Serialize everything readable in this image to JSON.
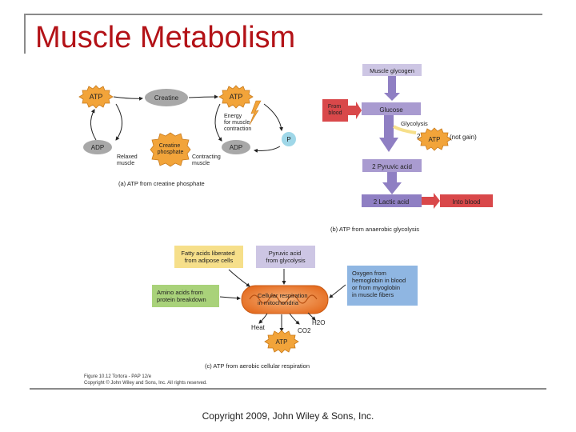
{
  "slide": {
    "title": "Muscle Metabolism",
    "footer": "Copyright 2009, John Wiley & Sons, Inc."
  },
  "panel_a": {
    "atp_left": "ATP",
    "creatine": "Creatine",
    "atp_right": "ATP",
    "energy_lines": [
      "Energy",
      "for muscle",
      "contraction"
    ],
    "creatine_phosphate_lines": [
      "Creatine",
      "phosphate"
    ],
    "adp_left": "ADP",
    "adp_right": "ADP",
    "phosphate": "P",
    "relaxed_lines": [
      "Relaxed",
      "muscle"
    ],
    "contracting_lines": [
      "Contracting",
      "muscle"
    ],
    "caption": "(a) ATP from creatine phosphate"
  },
  "panel_b": {
    "muscle_glycogen": "Muscle glycogen",
    "from_blood_lines": [
      "From",
      "blood"
    ],
    "glucose": "Glucose",
    "glycolysis": "Glycolysis",
    "atp_prefix": "2",
    "atp": "ATP",
    "not_gain": "(not gain)",
    "pyruvic": "2 Pyruvic acid",
    "lactic": "2 Lactic acid",
    "into_blood": "Into blood",
    "caption": "(b) ATP from anaerobic glycolysis"
  },
  "panel_c": {
    "fatty_lines": [
      "Fatty acids liberated",
      "from adipose cells"
    ],
    "pyruvic_lines": [
      "Pyruvic acid",
      "from glycolysis"
    ],
    "oxygen_lines": [
      "Oxygen from",
      "hemoglobin in blood",
      "or from myoglobin",
      "in muscle fibers"
    ],
    "amino_lines": [
      "Amino acids from",
      "protein breakdown"
    ],
    "cellular_lines": [
      "Cellular respiration",
      "in mitochondria"
    ],
    "heat": "Heat",
    "co2": "CO2",
    "h2o": "H2O",
    "atp": "ATP",
    "caption": "(c) ATP from aerobic cellular respiration"
  },
  "credit": {
    "line1": "Figure 10.12  Tortora - PAP 12/e",
    "line2": "Copyright © John Wiley and Sons, Inc. All rights reserved."
  },
  "colors": {
    "title": "#b31217",
    "atp_star": "#f2a43a",
    "gray_oval": "#a8a8a8",
    "phosphate": "#9fd7e8",
    "purple_box": "#a99bd0",
    "purple_arrow": "#8f7fc3",
    "red_box": "#d9484a",
    "yellow_box": "#f6df8a",
    "lavender_box": "#cdc6e4",
    "blue_box": "#8fb6e2",
    "green_box": "#a9d27a",
    "orange_mito": "#e8782e"
  }
}
